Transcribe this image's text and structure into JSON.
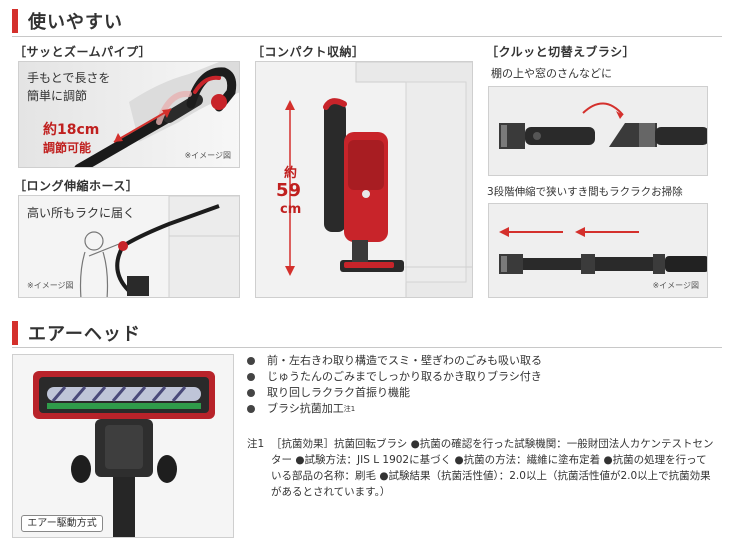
{
  "section1": {
    "title": "使いやすい"
  },
  "col1": {
    "title": "［サッとズームパイプ］",
    "caption_line1": "手もとで長さを",
    "caption_line2": "簡単に調節",
    "range_line1": "約18cm",
    "range_line2": "調節可能",
    "note": "※イメージ図"
  },
  "col1b": {
    "title": "［ロング伸縮ホース］",
    "caption": "高い所もラクに届く",
    "note": "※イメージ図"
  },
  "col2": {
    "title": "［コンパクト収納］",
    "height_prefix": "約",
    "height_value": "59",
    "height_unit": "cm"
  },
  "col3": {
    "title": "［クルッと切替えブラシ］",
    "caption": "棚の上や窓のさんなどに",
    "caption2": "3段階伸縮で狭いすき間もラクラクお掃除",
    "note": "※イメージ図"
  },
  "section2": {
    "title": "エアーヘッド"
  },
  "airhead": {
    "badge": "エアー駆動方式",
    "features": [
      "前・左右きわ取り構造でスミ・壁ぎわのごみも吸い取る",
      "じゅうたんのごみまでしっかり取るかき取りブラシ付き",
      "取り回しラクラク首振り機能",
      "ブラシ抗菌加工"
    ],
    "feature4_sup": "注1",
    "footnote_mark": "注1",
    "footnote_text": "［抗菌効果］抗菌回転ブラシ ●抗菌の確認を行った試験機関：一般財団法人カケンテストセンター ●試験方法：JIS L 1902に基づく ●抗菌の方法：繊維に塗布定着 ●抗菌の処理を行っている部品の名称：刷毛 ●試験結果（抗菌活性値）：2.0以上（抗菌活性値が2.0以上で抗菌効果があるとされています。）"
  },
  "colors": {
    "accent": "#d4302c",
    "red_text": "#c0201f",
    "panel_bg": "#f3f3f3",
    "border": "#cfcfcf"
  }
}
